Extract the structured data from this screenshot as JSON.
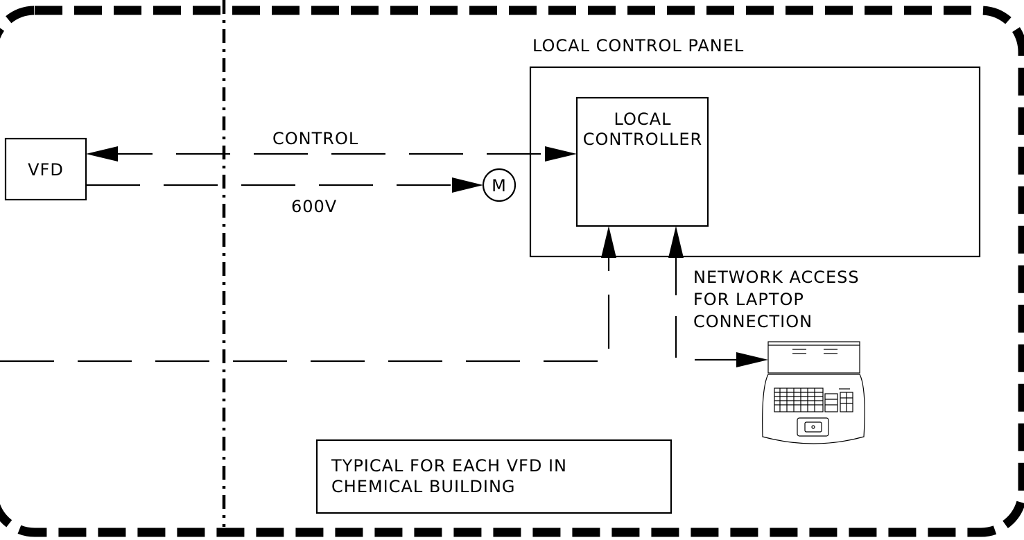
{
  "labels": {
    "local_control_panel": "LOCAL CONTROL PANEL",
    "local_controller_line1": "LOCAL",
    "local_controller_line2": "CONTROLLER",
    "vfd": "VFD",
    "control": "CONTROL",
    "voltage": "600V",
    "motor": "M",
    "network_line1": "NETWORK ACCESS",
    "network_line2": "FOR LAPTOP",
    "network_line3": "CONNECTION",
    "note_line1": "TYPICAL FOR EACH VFD IN",
    "note_line2": "CHEMICAL BUILDING"
  },
  "icons": {
    "laptop": "laptop-icon",
    "motor": "motor-symbol"
  }
}
